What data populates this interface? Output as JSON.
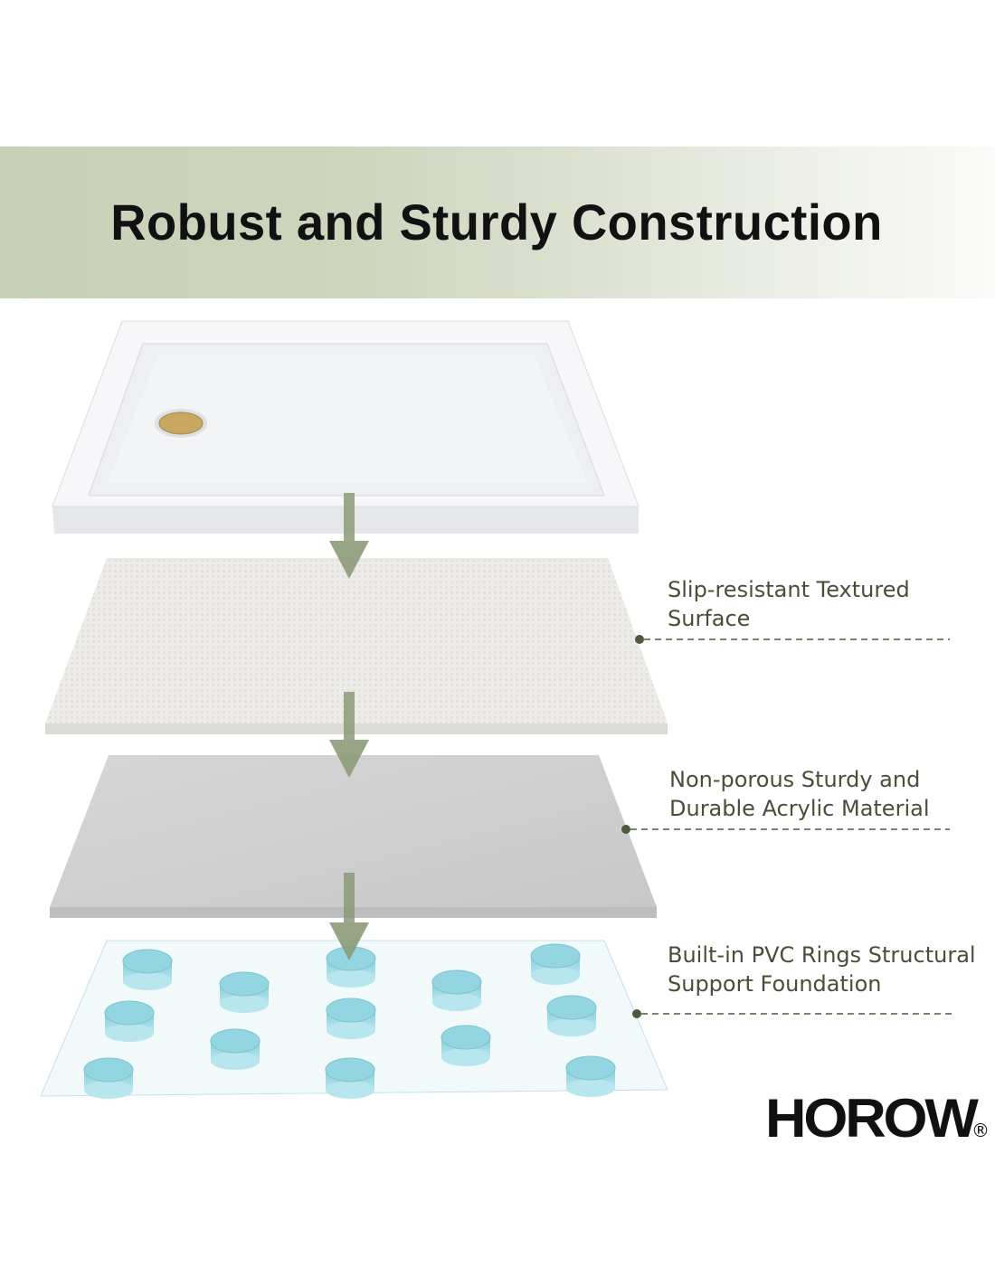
{
  "header": {
    "title": "Robust and Sturdy Construction"
  },
  "callouts": [
    {
      "line1": "Slip-resistant Textured",
      "line2": "Surface"
    },
    {
      "line1": "Non-porous Sturdy and",
      "line2": "Durable Acrylic Material"
    },
    {
      "line1": "Built-in PVC Rings Structural",
      "line2": "Support Foundation"
    }
  ],
  "brand": {
    "name": "HOROW",
    "registered": "®"
  },
  "colors": {
    "accent": "#8c9a78",
    "callout_text": "#4a4d38",
    "dot": "#4e5a3a",
    "ring": "#8fd3df"
  }
}
